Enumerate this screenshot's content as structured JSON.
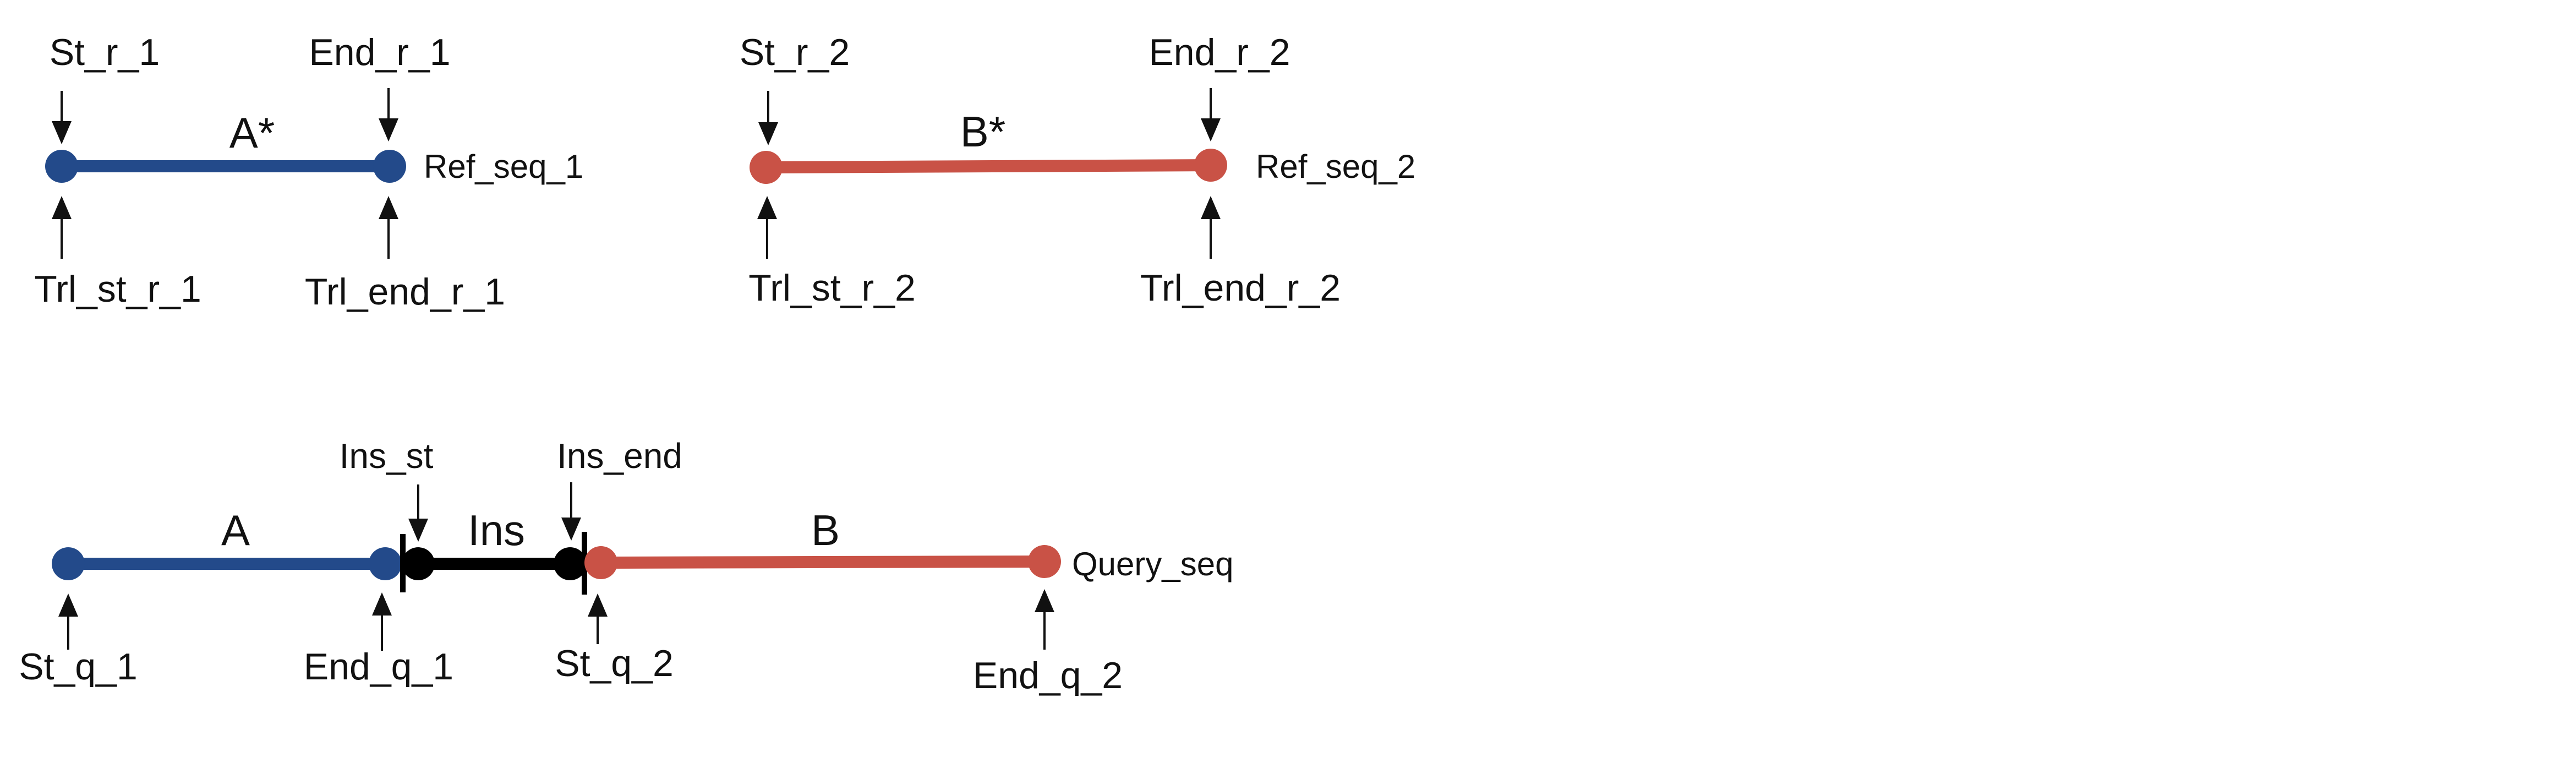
{
  "colors": {
    "blue": "#234A8A",
    "red": "#C95246",
    "black": "#000000"
  },
  "ref1": {
    "segment_label": "A*",
    "seq_label": "Ref_seq_1",
    "top_left": "St_r_1",
    "top_right": "End_r_1",
    "bottom_left": "Trl_st_r_1",
    "bottom_right": "Trl_end_r_1"
  },
  "ref2": {
    "segment_label": "B*",
    "seq_label": "Ref_seq_2",
    "top_left": "St_r_2",
    "top_right": "End_r_2",
    "bottom_left": "Trl_st_r_2",
    "bottom_right": "Trl_end_r_2"
  },
  "query": {
    "seq_label": "Query_seq",
    "segment_a_label": "A",
    "segment_ins_label": "Ins",
    "segment_b_label": "B",
    "ins_start_label": "Ins_st",
    "ins_end_label": "Ins_end",
    "st_q_1": "St_q_1",
    "end_q_1": "End_q_1",
    "st_q_2": "St_q_2",
    "end_q_2": "End_q_2"
  }
}
